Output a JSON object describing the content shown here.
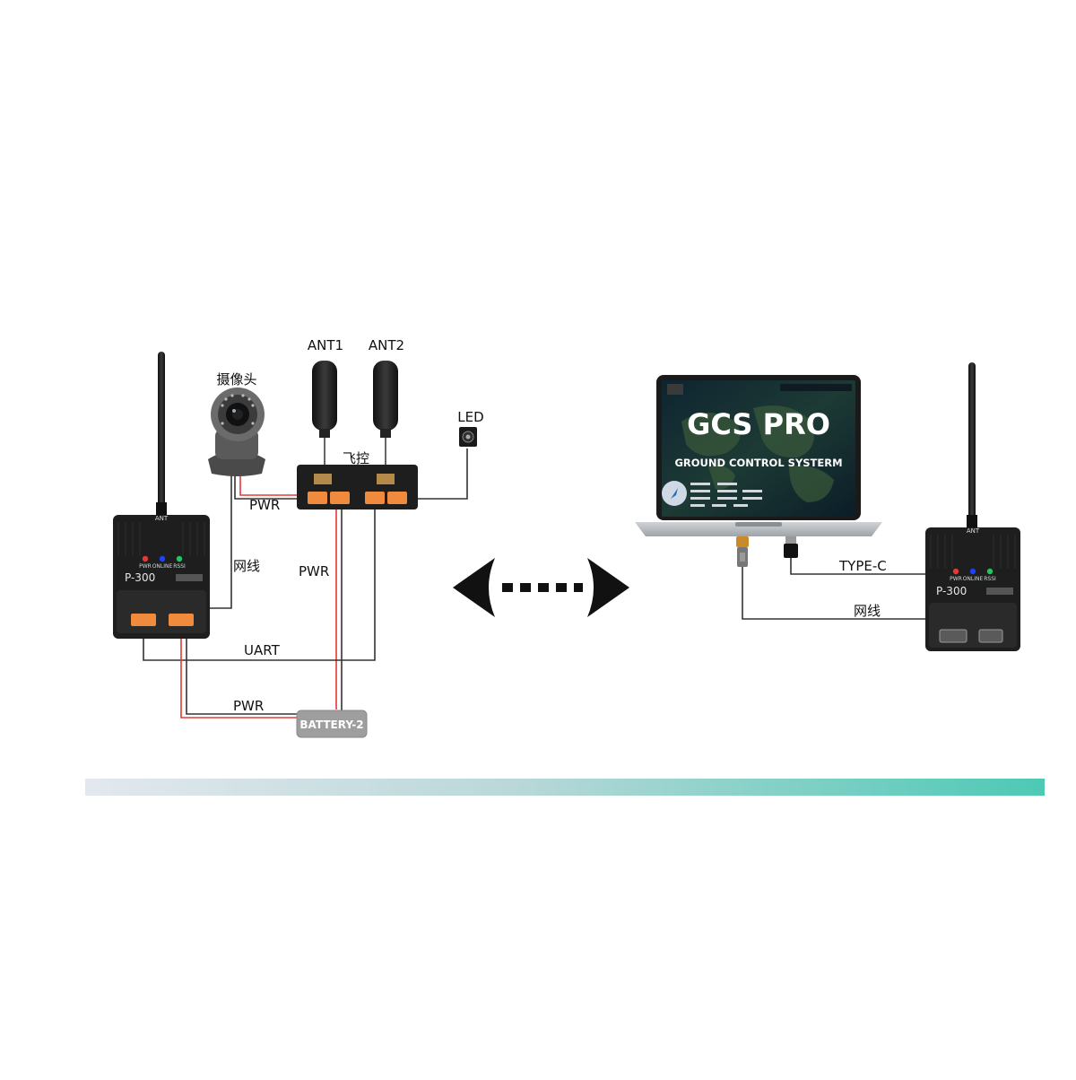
{
  "labels": {
    "camera": "摄像头",
    "ant1": "ANT1",
    "ant2": "ANT2",
    "led": "LED",
    "flight_controller": "飞控",
    "pwr_camera": "PWR",
    "ethernet_left": "网线",
    "pwr_mid": "PWR",
    "uart": "UART",
    "pwr_bottom": "PWR",
    "battery": "BATTERY-2",
    "type_c": "TYPE-C",
    "ethernet_right": "网线"
  },
  "left_radio": {
    "model": "P-300",
    "ant_label": "ANT",
    "leds": [
      "PWR",
      "ONLINE",
      "RSSI"
    ]
  },
  "right_radio": {
    "model": "P-300",
    "ant_label": "ANT",
    "leds": [
      "PWR",
      "ONLINE",
      "RSSI"
    ]
  },
  "laptop": {
    "title": "GCS PRO",
    "subtitle": "GROUND CONTROL SYSTERM"
  },
  "colors": {
    "wire_dark": "#333333",
    "wire_red": "#e53935",
    "connector_orange": "#f08a3c",
    "device_body": "#1e1e1e",
    "battery_fill": "#9e9e9e",
    "gradient_start": "#dfe6ee",
    "gradient_end": "#4dc9b4",
    "led_red": "#e53935",
    "led_blue": "#1e40ff",
    "led_green": "#22c55e"
  },
  "icons": [
    "antenna-icon",
    "camera-icon",
    "led-icon",
    "double-arrow-icon",
    "usb-icon",
    "ethernet-icon"
  ]
}
